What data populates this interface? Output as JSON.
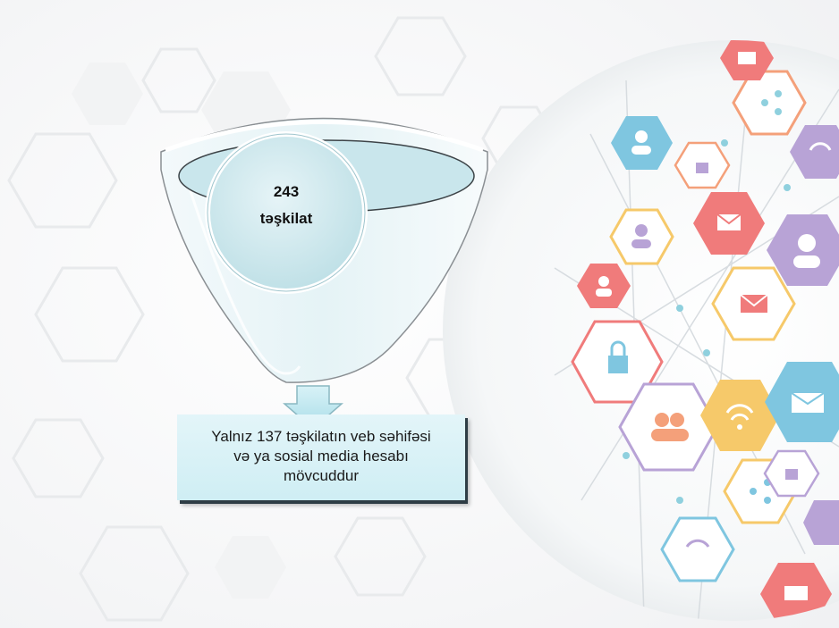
{
  "funnel": {
    "count": "243",
    "unit": "təşkilat"
  },
  "result": {
    "line1": "Yalnız 137 təşkilatın veb səhifəsi",
    "line2": "və ya sosial media hesabı",
    "line3": "mövcuddur"
  },
  "colors": {
    "funnel_fill": "#e8f5f8",
    "ellipse_fill": "#cbe7ec",
    "arrow_fill": "#c9ecf3",
    "box_fill": "#d6f0f6",
    "box_shadow": "#2e3d45",
    "globe_accents": [
      "#8fd0de",
      "#f4a07a",
      "#b8a3d6",
      "#f07b7b",
      "#f6c96a",
      "#7fc6e0"
    ]
  },
  "globe_icons": [
    "share-icon",
    "lock-icon",
    "wifi-icon",
    "mail-icon",
    "user-icon",
    "users-icon"
  ]
}
